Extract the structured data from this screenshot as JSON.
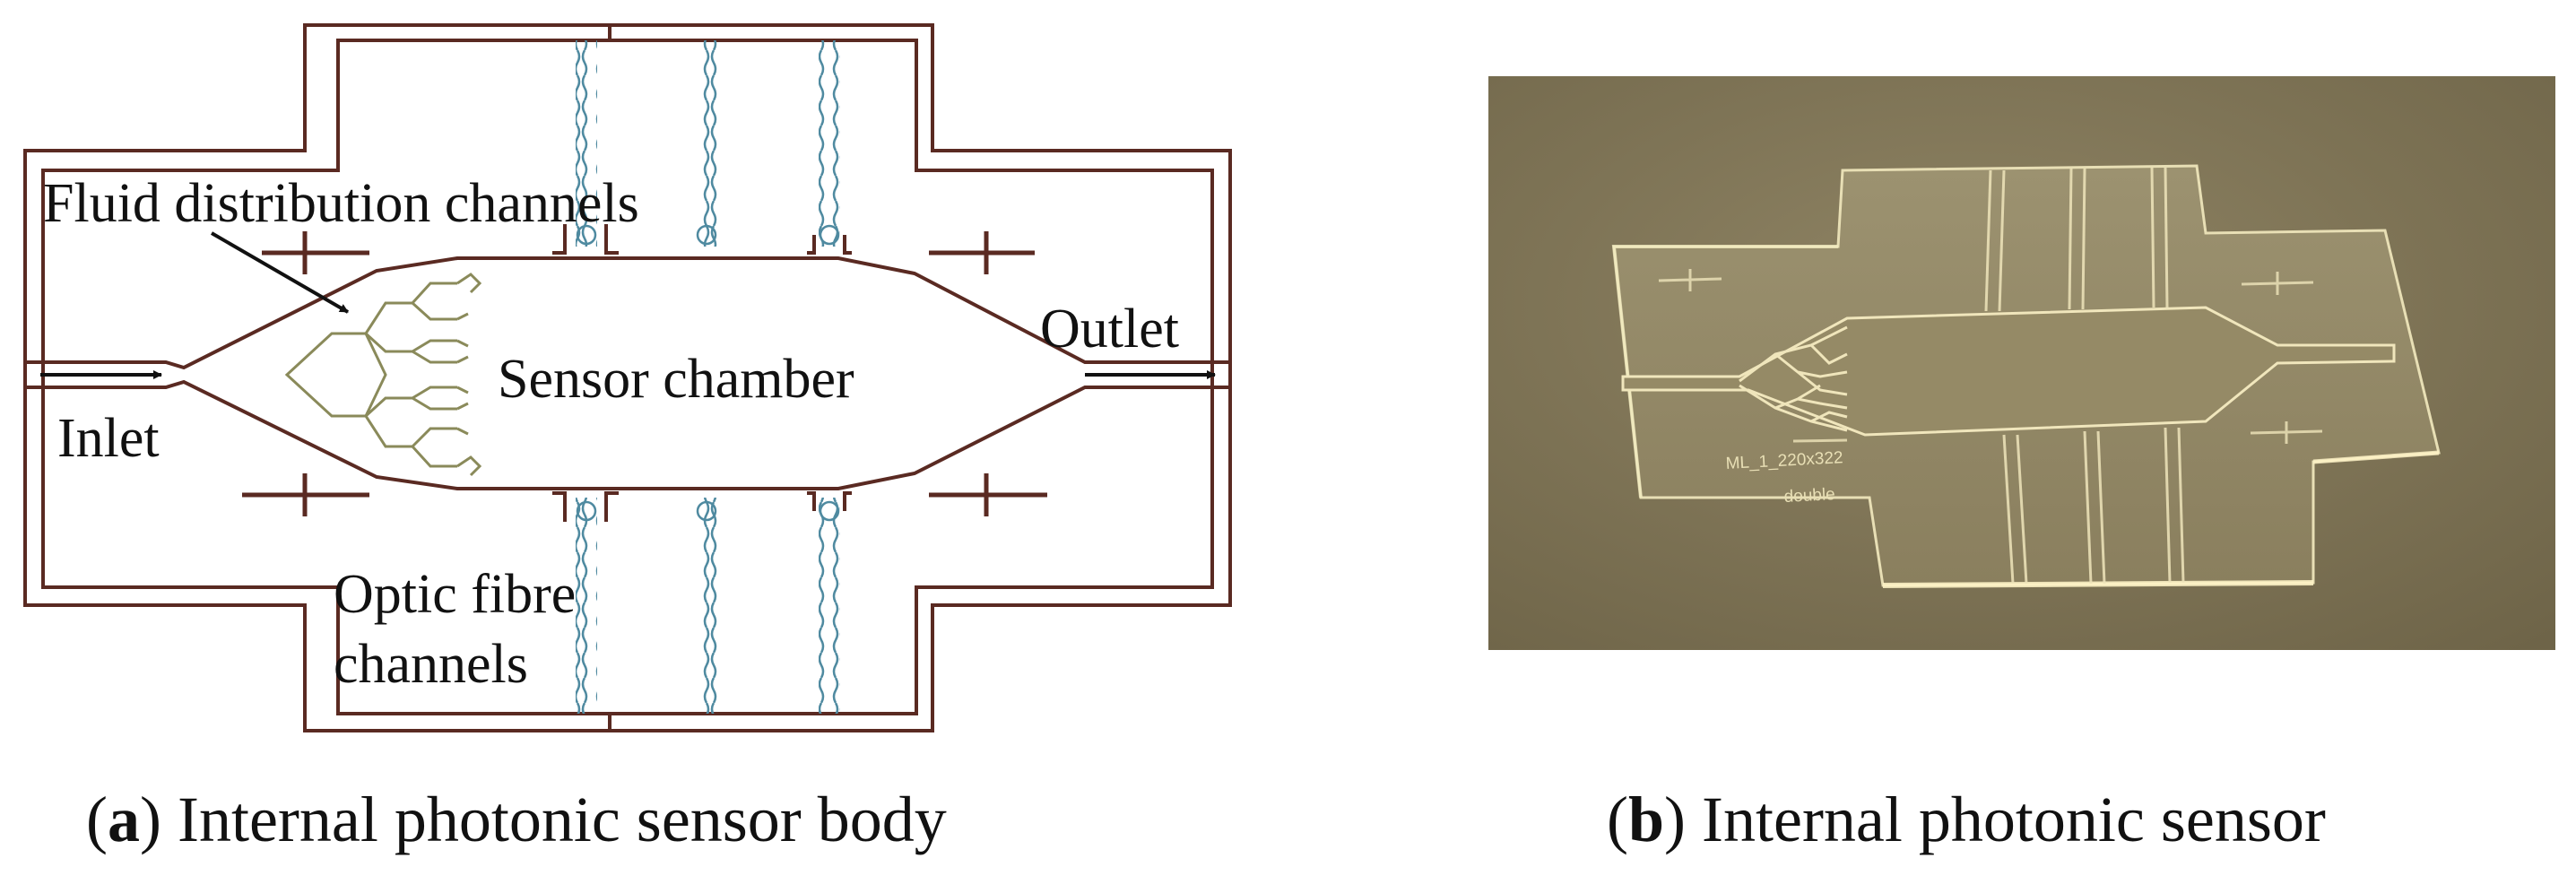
{
  "panel_a": {
    "labels": {
      "fluid_distribution": "Fluid distribution channels",
      "sensor_chamber": "Sensor chamber",
      "outlet": "Outlet",
      "inlet": "Inlet",
      "optic_fibre_line1": "Optic fibre",
      "optic_fibre_line2": "channels"
    },
    "caption": {
      "letter": "a",
      "text": "Internal photonic sensor body"
    }
  },
  "panel_b": {
    "engraved_text_1": "ML_1_220x322",
    "engraved_text_2": "double",
    "caption": {
      "letter": "b",
      "text": "Internal photonic sensor"
    }
  },
  "colors": {
    "outline": "#5a2a22",
    "fibre": "#4f8aa0",
    "distribution": "#8a8a5a",
    "photo_bg": "#857a5a"
  }
}
